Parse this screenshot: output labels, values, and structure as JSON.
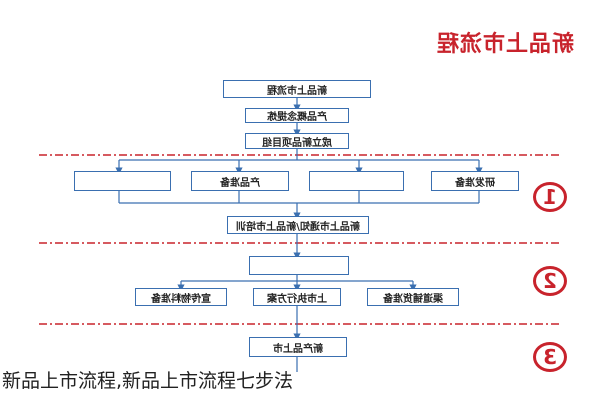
{
  "title": "新品上市流程",
  "boxes": {
    "top": "新品上市流程",
    "concept": "产品概念提炼",
    "project": "成立新品项目组",
    "rd": "研发准备",
    "blank1": "",
    "product": "产品准备",
    "blank2": "",
    "training": "新品上市通知/新品上市培训",
    "blank3": "",
    "channel": "渠道铺货准备",
    "plan": "上市执行方案",
    "promo": "宣传物料准备",
    "launch": "新产品上市"
  },
  "stages": [
    "1",
    "2",
    "3"
  ],
  "caption": "新品上市流程,新品上市流程七步法",
  "colors": {
    "box_border": "#3a6fb0",
    "arrow": "#3a6fb0",
    "divider": "#c8232c",
    "title": "#c8232c"
  }
}
